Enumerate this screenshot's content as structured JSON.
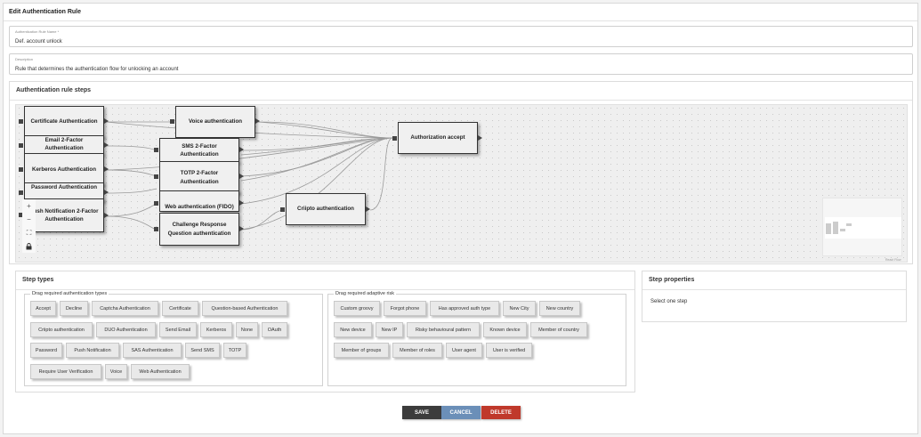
{
  "header": {
    "title": "Edit Authentication Rule"
  },
  "form": {
    "name_label": "Authentication Rule Name *",
    "name_value": "Def. account unlock",
    "description_label": "Description",
    "description_value": "Rule that determines the authentication flow for unlocking an account"
  },
  "steps_section": {
    "title": "Authentication rule steps"
  },
  "flow": {
    "nodes": [
      "Certificate Authentication",
      "Email 2-Factor Authentication",
      "Kerberos Authentication",
      "Password Authentication",
      "Push Notification 2-Factor Authentication",
      "Voice authentication",
      "SMS 2-Factor Authentication",
      "TOTP 2-Factor Authentication",
      "Web authentication (FIDO)",
      "Challenge Response Question authentication",
      "Criipto authentication",
      "Authorization accept"
    ],
    "attribution": "React Flow",
    "controls": {
      "zoom_in": "+",
      "zoom_out": "−",
      "fit": "⛶",
      "lock": "🔒"
    },
    "colors": {
      "edge": "#9a9a9a",
      "node_border": "#333333",
      "node_fill": "#f0f0f0"
    }
  },
  "step_types": {
    "title": "Step types",
    "auth_group_title": "Drag required authentication types",
    "auth_types": [
      "Accept",
      "Decline",
      "Captcha Authentication",
      "Certificate",
      "Question-based Authentication",
      "Criipto authentication",
      "DUO Authentication",
      "Send Email",
      "Kerberos",
      "None",
      "OAuth",
      "Password",
      "Push Notification",
      "SAS Authentication",
      "Send SMS",
      "TOTP",
      "Require User Verification",
      "Voice",
      "Web Authentication"
    ],
    "risk_group_title": "Drag required adaptive risk",
    "risk_types": [
      "Custom groovy",
      "Forgot phone",
      "Has approved auth type",
      "New City",
      "New country",
      "New device",
      "New IP",
      "Risky behavioural pattern",
      "Known device",
      "Member of country",
      "Member of groups",
      "Member of roles",
      "User agent",
      "User is verified"
    ]
  },
  "step_properties": {
    "title": "Step properties",
    "empty_text": "Select one step"
  },
  "actions": {
    "save": "SAVE",
    "cancel": "CANCEL",
    "delete": "DELETE",
    "colors": {
      "save": "#3c3c3c",
      "cancel": "#6b8fb8",
      "delete": "#c0392b"
    }
  }
}
